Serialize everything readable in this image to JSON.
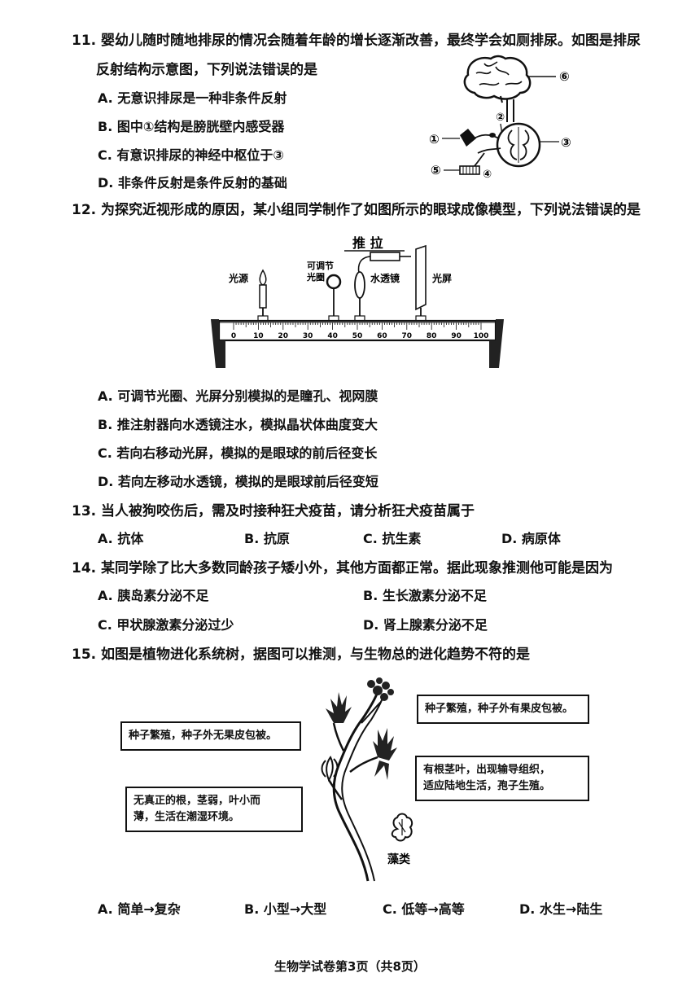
{
  "q11": {
    "stem_line1": "11. 婴幼儿随时随地排尿的情况会随着年龄的增长逐渐改善，最终学会如厕排尿。如图是排尿",
    "stem_line2": "反射结构示意图，下列说法错误的是",
    "options": [
      "A. 无意识排尿是一种非条件反射",
      "B. 图中①结构是膀胱壁内感受器",
      "C. 有意识排尿的神经中枢位于③",
      "D. 非条件反射是条件反射的基础"
    ],
    "labels": [
      "①",
      "②",
      "③",
      "④",
      "⑤",
      "⑥"
    ]
  },
  "q12": {
    "stem": "12. 为探究近视形成的原因，某小组同学制作了如图所示的眼球成像模型，下列说法错误的是",
    "labels": {
      "light": "光源",
      "aperture_1": "可调节",
      "aperture_2": "光圈",
      "lens": "水透镜",
      "screen": "光屏",
      "push": "推 拉"
    },
    "ruler_ticks": [
      "0",
      "10",
      "20",
      "30",
      "40",
      "50",
      "60",
      "70",
      "80",
      "90",
      "100"
    ],
    "options": [
      "A. 可调节光圈、光屏分别模拟的是瞳孔、视网膜",
      "B. 推注射器向水透镜注水，模拟晶状体曲度变大",
      "C. 若向右移动光屏，模拟的是眼球的前后径变长",
      "D. 若向左移动水透镜，模拟的是眼球前后径变短"
    ]
  },
  "q13": {
    "stem": "13. 当人被狗咬伤后，需及时接种狂犬疫苗，请分析狂犬疫苗属于",
    "options": [
      "A. 抗体",
      "B. 抗原",
      "C. 抗生素",
      "D. 病原体"
    ]
  },
  "q14": {
    "stem": "14. 某同学除了比大多数同龄孩子矮小外，其他方面都正常。据此现象推测他可能是因为",
    "options": [
      "A. 胰岛素分泌不足",
      "B. 生长激素分泌不足",
      "C. 甲状腺激素分泌过少",
      "D. 肾上腺素分泌不足"
    ]
  },
  "q15": {
    "stem": "15. 如图是植物进化系统树，据图可以推测，与生物总的进化趋势不符的是",
    "boxes": {
      "angio": "种子繁殖，种子外有果皮包被。",
      "gymno": "种子繁殖，种子外无果皮包被。",
      "fern_1": "有根茎叶，出现输导组织，",
      "fern_2": "适应陆地生活，孢子生殖。",
      "moss_1": "无真正的根，茎弱，叶小而",
      "moss_2": "薄，生活在潮湿环境。"
    },
    "algae_label": "藻类",
    "options": [
      "A. 简单→复杂",
      "B. 小型→大型",
      "C. 低等→高等",
      "D. 水生→陆生"
    ]
  },
  "footer": "生物学试卷第3页（共8页）"
}
